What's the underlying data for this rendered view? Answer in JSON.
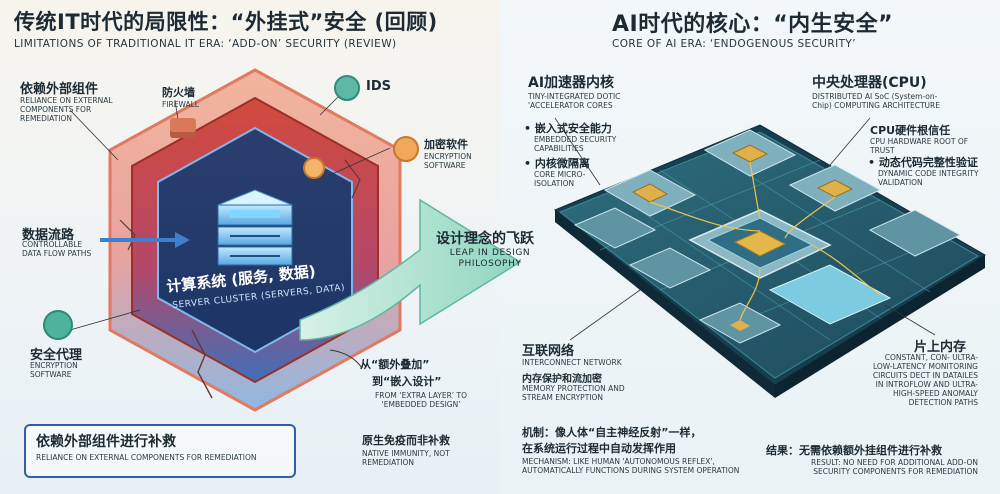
{
  "left": {
    "title": "传统IT时代的局限性：“外挂式”安全 (回顾)",
    "subtitle": "LIMITATIONS OF TRADITIONAL IT ERA: ‘ADD-ON’ SECURITY (REVIEW)",
    "labels": {
      "external_cn": "依赖外部组件",
      "external_en": "RELIANCE ON EXTERNAL COMPONENTS FOR REMEDIATION",
      "firewall_cn": "防火墙",
      "firewall_en": "FIREWALL",
      "ids": "IDS",
      "encryption_cn": "加密软件",
      "encryption_en": "ENCRYPTION SOFTWARE",
      "dataflow_cn": "数据流路",
      "dataflow_en": "CONTROLLABLE DATA FLOW PATHS",
      "proxy_cn": "安全代理",
      "proxy_en": "ENCRYPTION SOFTWARE",
      "core_cn": "计算系统 (服务, 数据)",
      "core_en": "SERVER CLUSTER (SERVERS, DATA)",
      "shift_cn1": "从“额外叠加”",
      "shift_cn2": "到“嵌入设计”",
      "shift_en": "FROM ‘EXTRA LAYER’ TO ‘EMBEDDED DESIGN’",
      "bottom_box_cn": "依赖外部组件进行补救",
      "bottom_box_en": "RELIANCE ON EXTERNAL COMPONENTS FOR REMEDIATION",
      "native_cn": "原生免疫而非补救",
      "native_en": "NATIVE IMMUNITY, NOT REMEDIATION"
    }
  },
  "center": {
    "arrow_cn": "设计理念的飞跃",
    "arrow_en": "LEAP IN DESIGN PHILOSOPHY"
  },
  "right": {
    "title": "AI时代的核心：“内生安全”",
    "subtitle": "CORE OF AI ERA: ‘ENDOGENOUS SECURITY’",
    "labels": {
      "accel_cn": "AI加速器内核",
      "accel_en": "TINY-INTEGRATED DOTIC 'ACCELERATOR CORES",
      "embedded_cn": "• 嵌入式安全能力",
      "embedded_en": "EMBEDDED SECURITY CAPABILITIES",
      "micro_cn": "• 内核微隔离",
      "micro_en": "CORE MICRO-ISOLATION",
      "cpu_cn": "中央处理器(CPU)",
      "cpu_en": "DISTRIBUTED AI SoC (System-on-Chip) COMPUTING ARCHITECTURE",
      "rot_cn": "CPU硬件根信任",
      "rot_en": "CPU HARDWARE ROOT OF TRUST",
      "verify_cn": "• 动态代码完整性验证",
      "verify_en": "DYNAMIC CODE INTEGRITY VALIDATION",
      "net_cn": "互联网络",
      "net_en": "INTERCONNECT NETWORK",
      "net_cn2": "内存保护和流加密",
      "net_en2": "MEMORY PROTECTION AND STREAM ENCRYPTION",
      "onchip_cn": "片上内存",
      "onchip_en": "CONSTANT, CON- ULTRA-LOW-LATENCY MONITORING CIRCUITS DECT IN DATAILES IN INTROFLOW AND ULTRA-HIGH-SPEED ANOMALY DETECTION PATHS",
      "mech_cn1": "机制：像人体“自主神经反射”一样，",
      "mech_cn2": "在系统运行过程中自动发挥作用",
      "mech_en": "MECHANISM: LIKE HUMAN 'AUTONOMOUS REFLEX', AUTOMATICALLY FUNCTIONS DURING SYSTEM OPERATION",
      "result_cn": "结果：无需依赖额外挂组件进行补救",
      "result_en": "RESULT: NO NEED FOR ADDITIONAL ADD-ON SECURITY COMPONENTS FOR REMEDIATION"
    }
  },
  "colors": {
    "outer_hex": "#e98a6e",
    "mid_hex": "#c9433a",
    "inner_hex": "#234a86",
    "arrow": "#9fd9c5",
    "chip_teal": "#3f8a96",
    "gold": "#d9a63a"
  }
}
